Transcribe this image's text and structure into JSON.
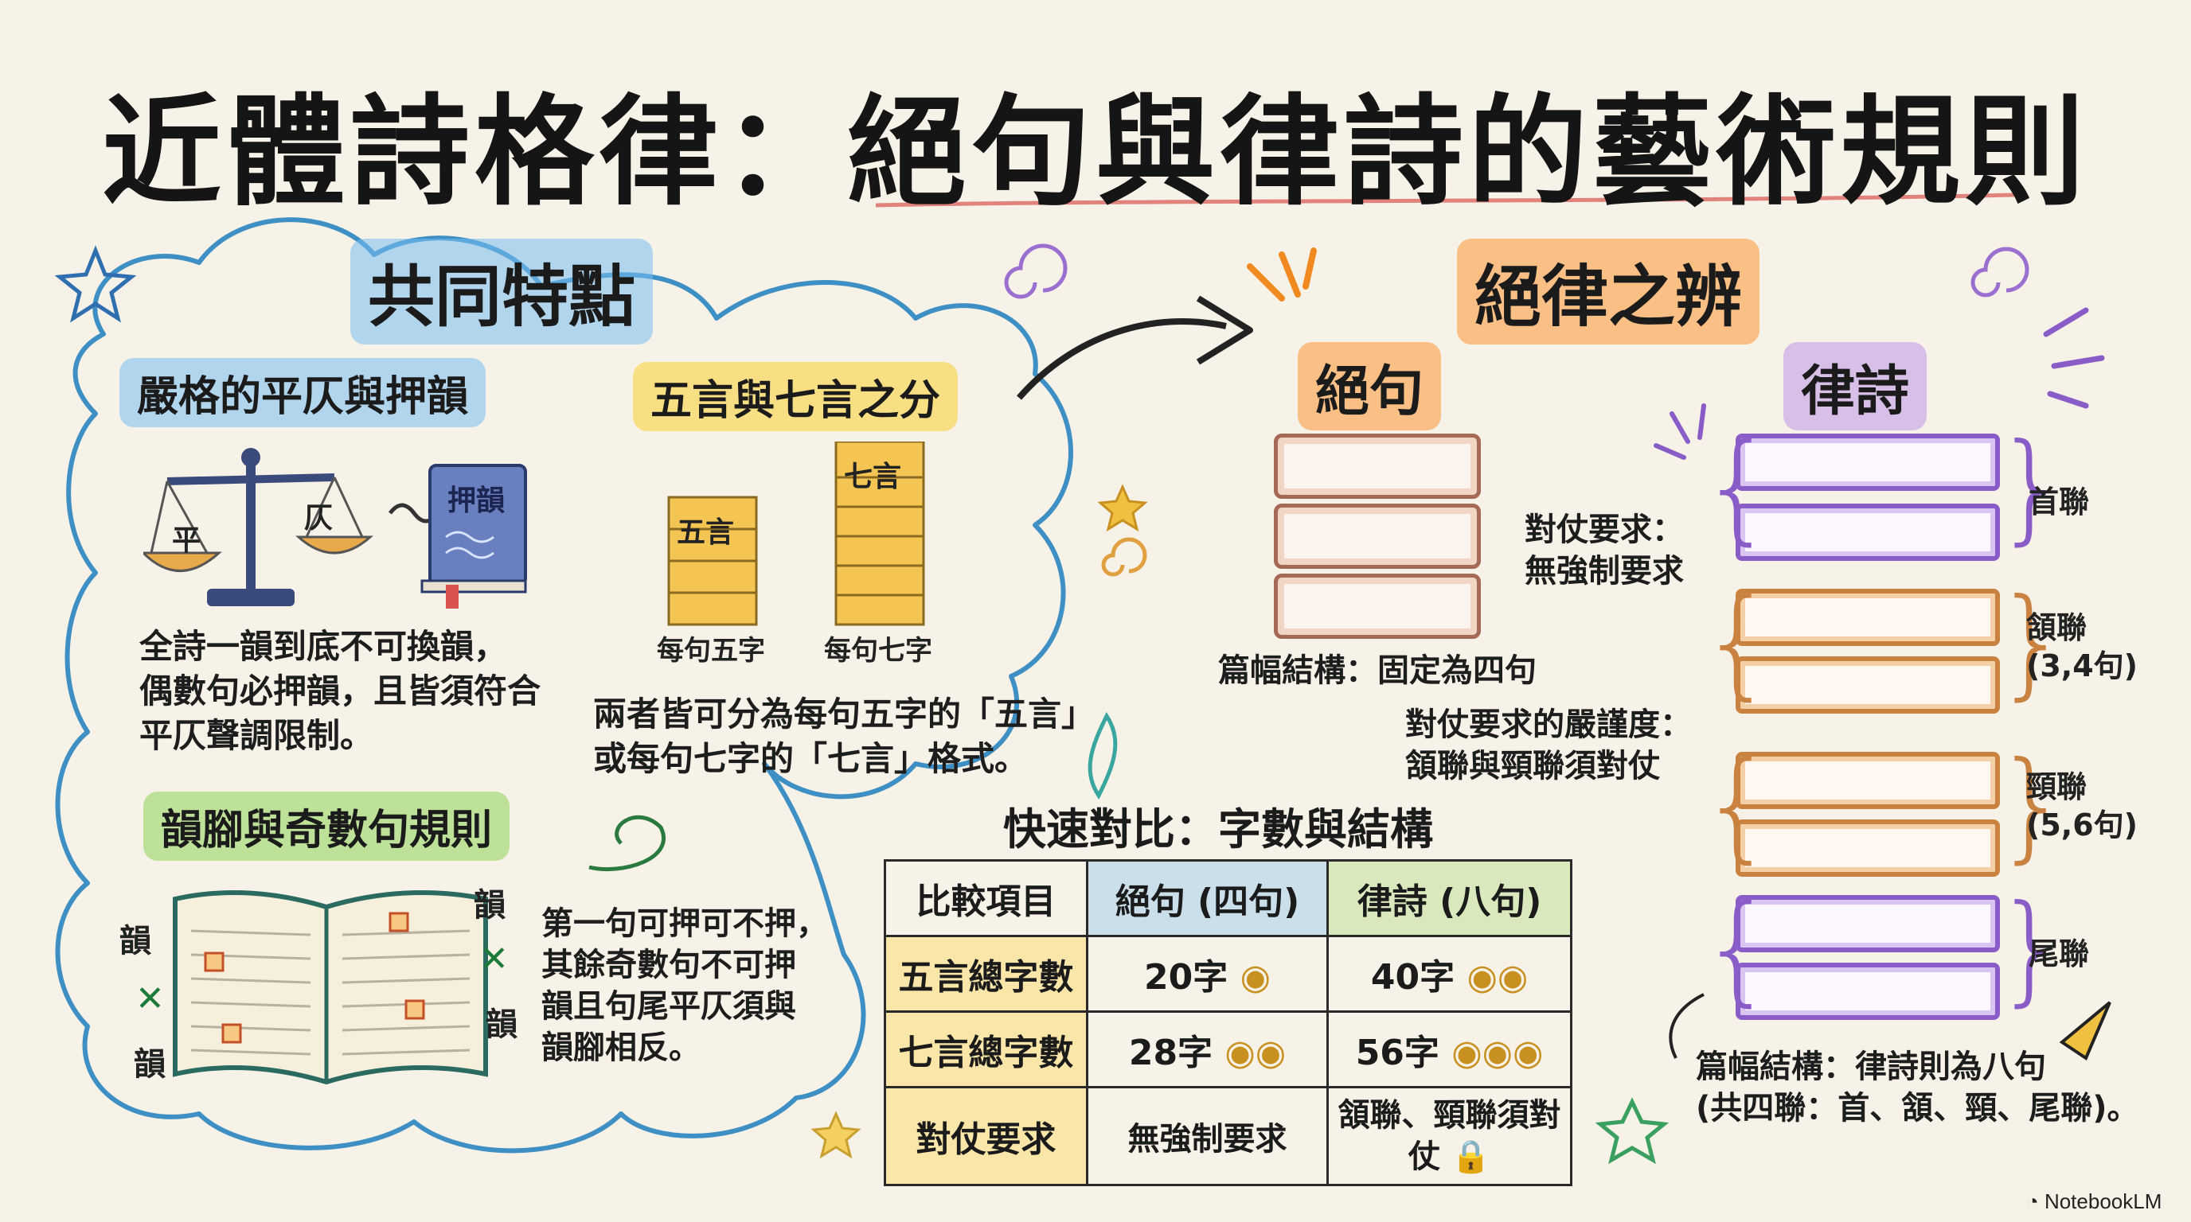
{
  "title": {
    "main": "近體詩格律：絕句與律詩的藝術規則"
  },
  "common": {
    "heading": "共同特點",
    "rhyme": {
      "heading": "嚴格的平仄與押韻",
      "scale_left": "平",
      "scale_right": "仄",
      "book_label": "押韻",
      "text": [
        "全詩一韻到底不可換韻，",
        "偶數句必押韻，且皆須符合",
        "平仄聲調限制。"
      ]
    },
    "length": {
      "heading": "五言與七言之分",
      "block5": "五言",
      "block7": "七言",
      "caption5": "每句五字",
      "caption7": "每句七字",
      "text": [
        "兩者皆可分為每句五字的「五言」",
        "或每句七字的「七言」格式。"
      ]
    },
    "odd": {
      "heading": "韻腳與奇數句規則",
      "yun": "韻",
      "text": [
        "第一句可押可不押，",
        "其餘奇數句不可押",
        "韻且句尾平仄須與",
        "韻腳相反。"
      ]
    }
  },
  "distinguish": {
    "heading": "絕律之辨",
    "jueju": {
      "heading": "絕句",
      "duizhang": [
        "對仗要求：",
        "無強制要求"
      ],
      "structure": "篇幅結構：固定為四句",
      "lushi_duizhang": [
        "對仗要求的嚴謹度：",
        "頷聯與頸聯須對仗"
      ]
    },
    "lushi": {
      "heading": "律詩",
      "labels": [
        {
          "name": "首聯",
          "sub": ""
        },
        {
          "name": "頷聯",
          "sub": "(3,4句)"
        },
        {
          "name": "頸聯",
          "sub": "(5,6句)"
        },
        {
          "name": "尾聯",
          "sub": ""
        }
      ],
      "structure": [
        "篇幅結構：律詩則為八句",
        "(共四聯：首、頷、頸、尾聯)。"
      ]
    }
  },
  "compare": {
    "heading": "快速對比：字數與結構",
    "headers": [
      "比較項目",
      "絕句 (四句)",
      "律詩 (八句)"
    ],
    "rows": [
      {
        "item": "五言總字數",
        "jueju": "20字",
        "lushi": "40字"
      },
      {
        "item": "七言總字數",
        "jueju": "28字",
        "lushi": "56字"
      },
      {
        "item": "對仗要求",
        "jueju": "無強制要求",
        "lushi": "頷聯、頸聯須對仗"
      }
    ]
  },
  "watermark": "NotebookLM",
  "colors": {
    "title_underline": "#d9534f",
    "jueju_frame": "#a46a55",
    "lushi_frame": "#8a5cc8",
    "lushi_mid_frame": "#c98240"
  }
}
